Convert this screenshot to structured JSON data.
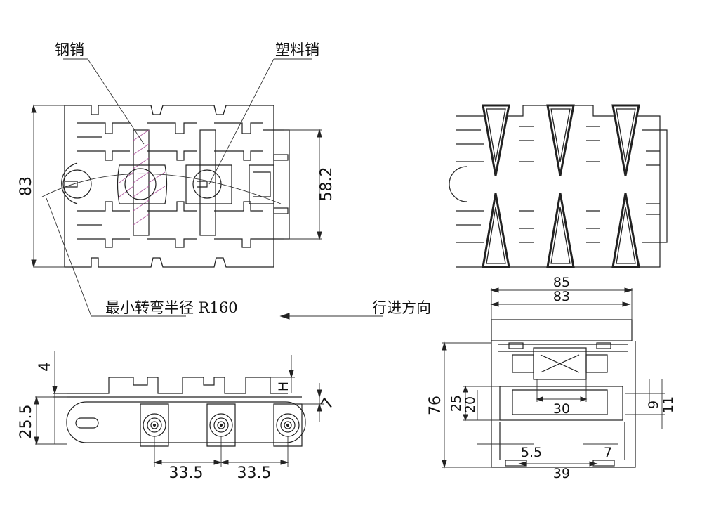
{
  "labels": {
    "steel_pin": "钢销",
    "plastic_pin": "塑料销",
    "min_radius": "最小转弯半径 R160",
    "direction": "行进方向"
  },
  "dimensions": {
    "top_height": "83",
    "top_pin_span": "58.2",
    "side_top": "4",
    "side_height": "25.5",
    "side_H": "H",
    "side_7": "7",
    "pitch_1": "33.5",
    "pitch_2": "33.5",
    "sec_85": "85",
    "sec_83": "83",
    "sec_76": "76",
    "sec_25": "25",
    "sec_20": "20",
    "sec_30": "30",
    "sec_9": "9",
    "sec_11": "11",
    "sec_5_5": "5.5",
    "sec_7": "7",
    "sec_39": "39"
  }
}
